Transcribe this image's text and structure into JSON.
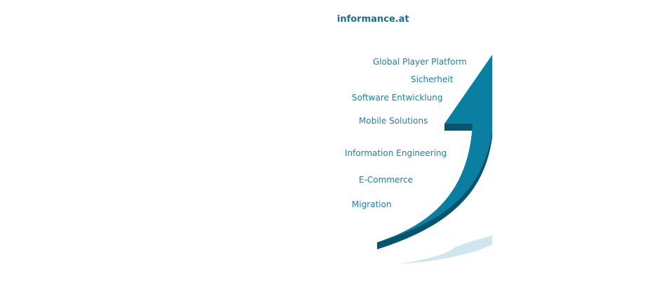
{
  "brand": {
    "name": "informance.at",
    "color": "#1a6f91"
  },
  "colors": {
    "arrow_face": "#0b7fa1",
    "arrow_side": "#06546d",
    "arrow_reflection": "#cfe6ef",
    "label_text": "#1f7fa3"
  },
  "services": [
    "Global Player Platform",
    "Sicherheit",
    "Software Entwicklung",
    "Mobile Solutions",
    "Information Engineering",
    "E-Commerce",
    "Migration"
  ]
}
